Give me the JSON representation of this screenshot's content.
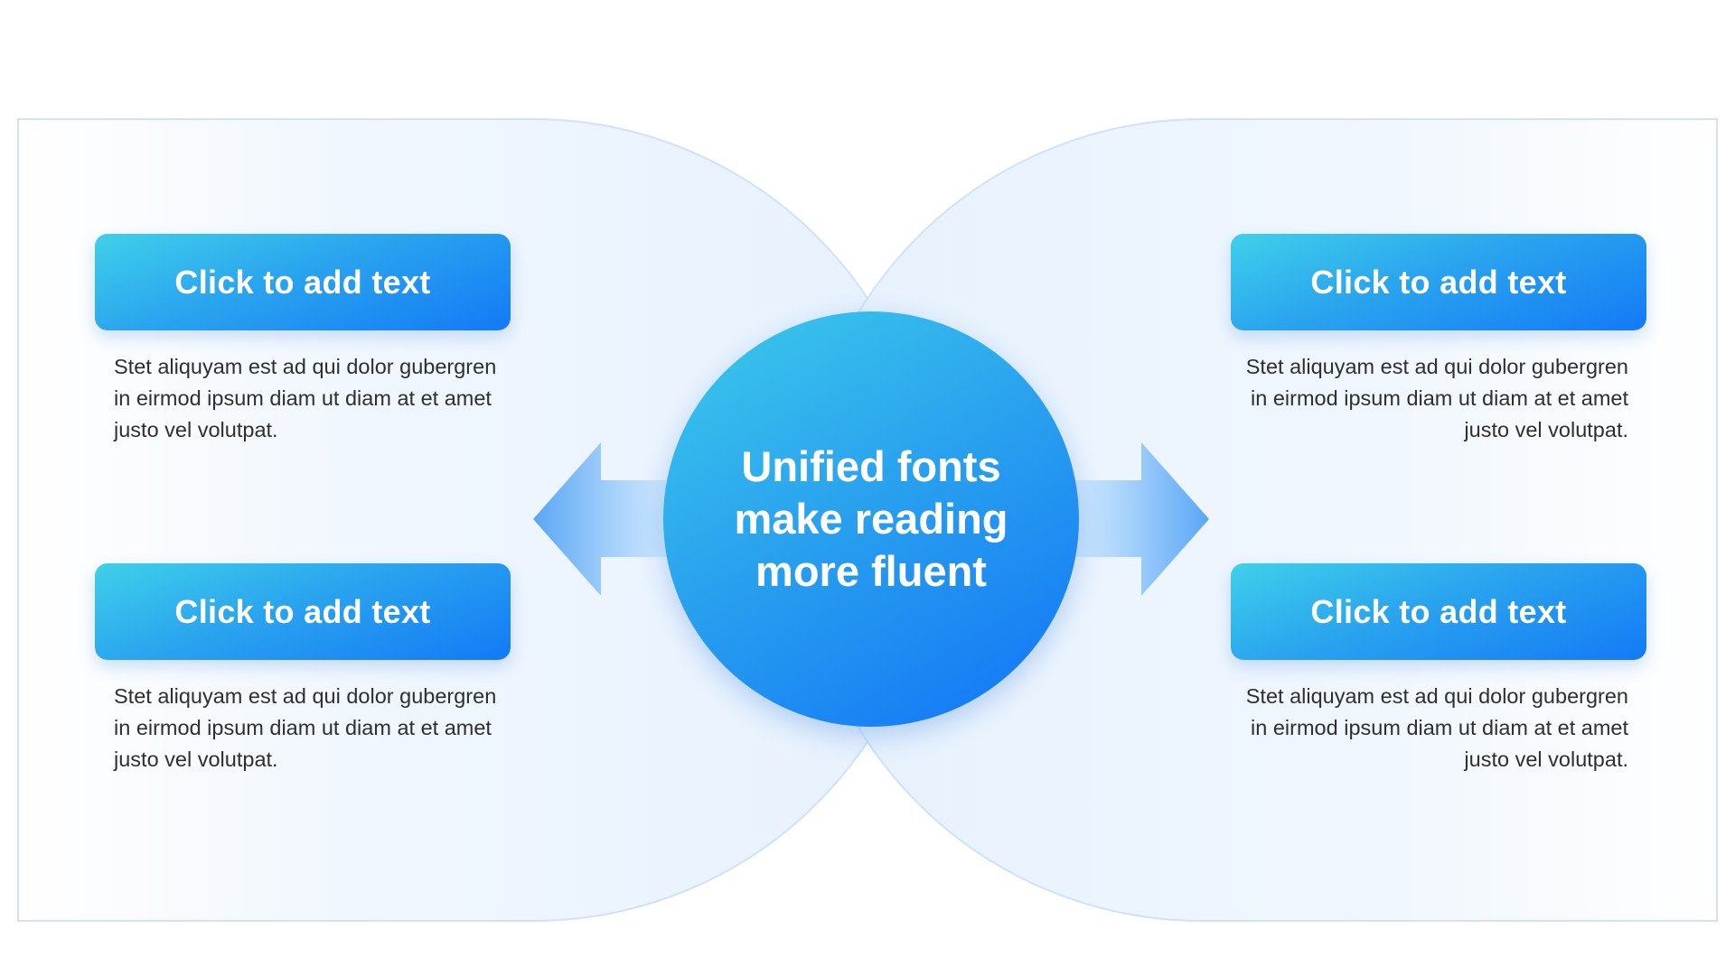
{
  "center": {
    "text": "Unified fonts make reading more fluent"
  },
  "items": [
    {
      "title": "Click to add text",
      "description": "Stet aliquyam est ad qui dolor gubergren in eirmod ipsum diam ut diam at et amet justo vel volutpat."
    },
    {
      "title": "Click to add text",
      "description": "Stet aliquyam est ad qui dolor gubergren in eirmod ipsum diam ut diam at et amet justo vel volutpat."
    },
    {
      "title": "Click to add text",
      "description": "Stet aliquyam est ad qui dolor gubergren in eirmod ipsum diam ut diam at et amet justo vel volutpat."
    },
    {
      "title": "Click to add text",
      "description": "Stet aliquyam est ad qui dolor gubergren in eirmod ipsum diam ut diam at et amet justo vel volutpat."
    }
  ],
  "colors": {
    "accent_start": "#3fd0ea",
    "accent_end": "#137af6",
    "panel_fill": "#eaf3fd",
    "text": "#2f2f2f"
  }
}
